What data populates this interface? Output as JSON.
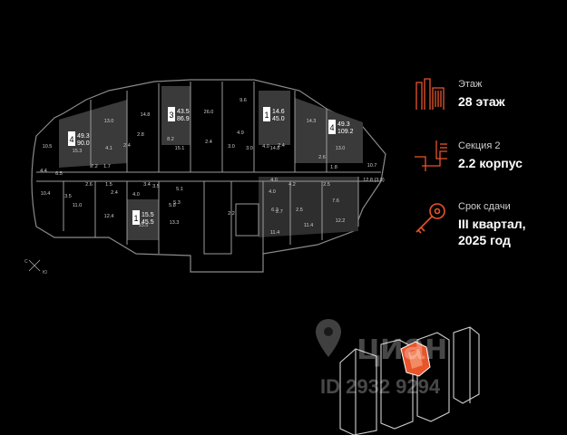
{
  "info": {
    "floor_label": "Этаж",
    "floor_value": "28 этаж",
    "section_label": "Секция 2",
    "section_value": "2.2 корпус",
    "deadline_label": "Срок сдачи",
    "deadline_value_line1": "III квартал,",
    "deadline_value_line2": "2025 год",
    "accent_color": "#e8552b"
  },
  "compass": {
    "north": "C",
    "south": "Ю"
  },
  "apartments": [
    {
      "rooms": "4",
      "area": "49.3",
      "total": "90.0"
    },
    {
      "rooms": "3",
      "area": "43.5",
      "total": "86.9"
    },
    {
      "rooms": "1",
      "area": "14.6",
      "total": "45.0"
    },
    {
      "rooms": "4",
      "area": "49.3",
      "total": "109.2"
    },
    {
      "rooms": "1",
      "area": "15.5",
      "total": "45.5"
    }
  ],
  "room_areas": [
    "10.5",
    "15.3",
    "4.4",
    "6.5",
    "7.2",
    "1.7",
    "13.0",
    "14.8",
    "2.4",
    "4.1",
    "2.8",
    "8.2",
    "15.1",
    "26.0",
    "2.4",
    "3.0",
    "4.9",
    "9.6",
    "3.0",
    "4.0",
    "2.4",
    "14.8",
    "14.3",
    "13.0",
    "2.6",
    "1.8",
    "10.7",
    "2.6",
    "5.1",
    "2.4",
    "3.4",
    "4.0",
    "5.3",
    "3.5",
    "5.8",
    "13.3",
    "15.5",
    "12.4",
    "11.0",
    "10.4",
    "3.5",
    "4.0",
    "2.7",
    "4.0",
    "6.2",
    "11.4",
    "11.4",
    "2.5",
    "4.2",
    "2.5",
    "7.6",
    "12.2",
    "12.8 (3.8)",
    "1.5",
    "2.2"
  ],
  "watermark": {
    "brand": "циан",
    "id": "ID 2932 9294"
  }
}
